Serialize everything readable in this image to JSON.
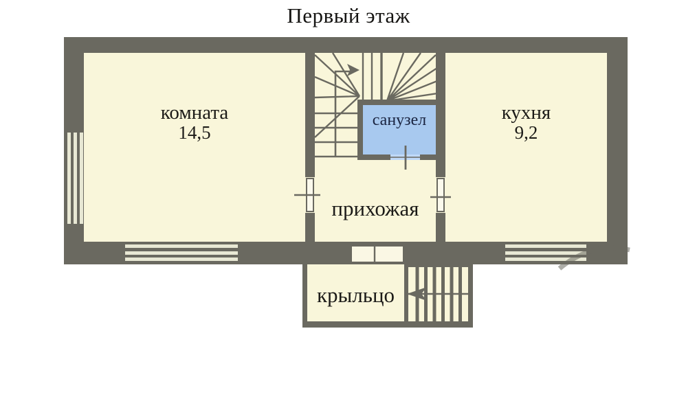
{
  "title": "Первый этаж",
  "rooms": {
    "room": {
      "label": "комната",
      "area": "14,5"
    },
    "kitchen": {
      "label": "кухня",
      "area": "9,2"
    },
    "bathroom": {
      "label": "санузел"
    },
    "hallway": {
      "label": "прихожая"
    },
    "porch": {
      "label": "крыльцо"
    }
  },
  "symbols": {
    "upper_stairs_arrow_direction": "up-right",
    "porch_stairs_arrow_direction": "left"
  },
  "colors": {
    "wall": "#6a6960",
    "floor": "#f9f6da",
    "window_stripe": "#e8e8d4",
    "bathroom_fill": "#a8c9ef",
    "bathroom_door": "#c0d9f8",
    "bathroom_text": "#1a2440",
    "line": "#6a6960",
    "text": "#1c1b18",
    "watermark": "#9b9b94"
  }
}
